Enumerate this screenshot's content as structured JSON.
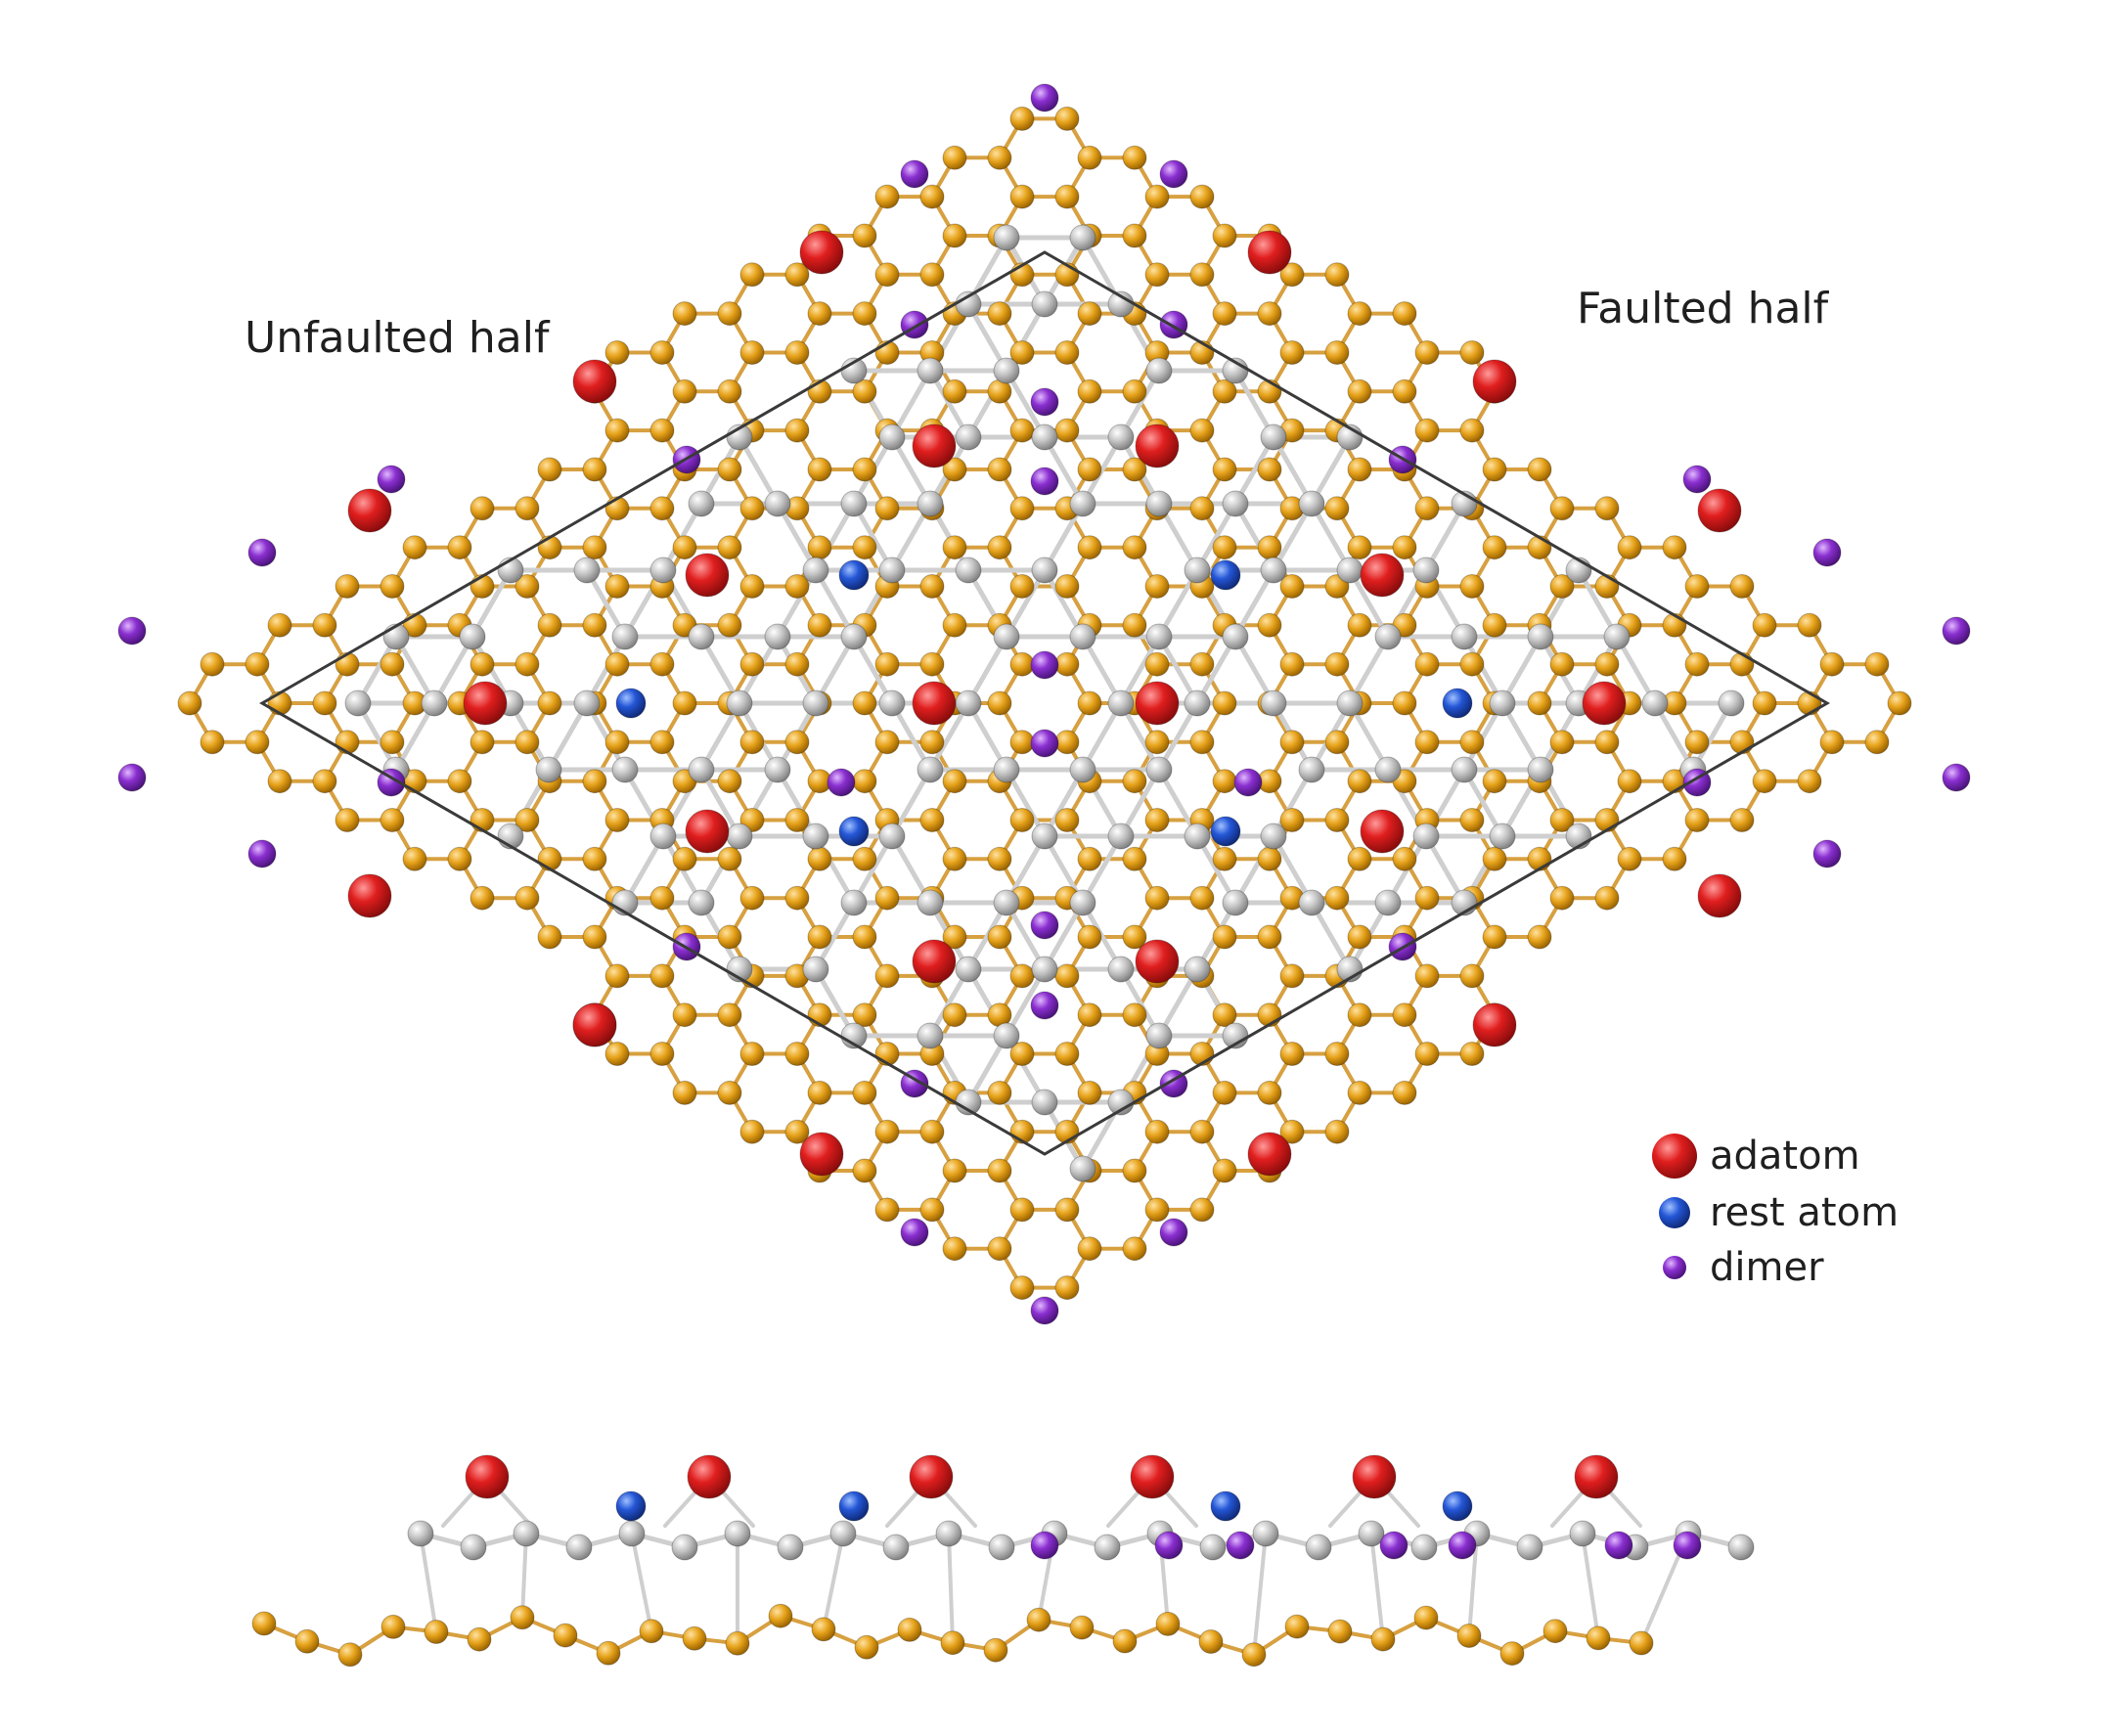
{
  "labels": {
    "unfaulted": "Unfaulted half",
    "faulted": "Faulted half"
  },
  "legend": [
    {
      "key": "adatom",
      "label": "adatom"
    },
    {
      "key": "rest",
      "label": "rest atom"
    },
    {
      "key": "dimer",
      "label": "dimer"
    }
  ],
  "colors": {
    "adatom": "#e01e1e",
    "rest": "#2456d6",
    "dimer": "#8a2fd0",
    "surface": "#bdbdbd",
    "substrate": "#e6a21a",
    "bond_substrate": "#d7a040",
    "bond_surface": "#cfcfcf",
    "cell": "#3a3a3a"
  }
}
